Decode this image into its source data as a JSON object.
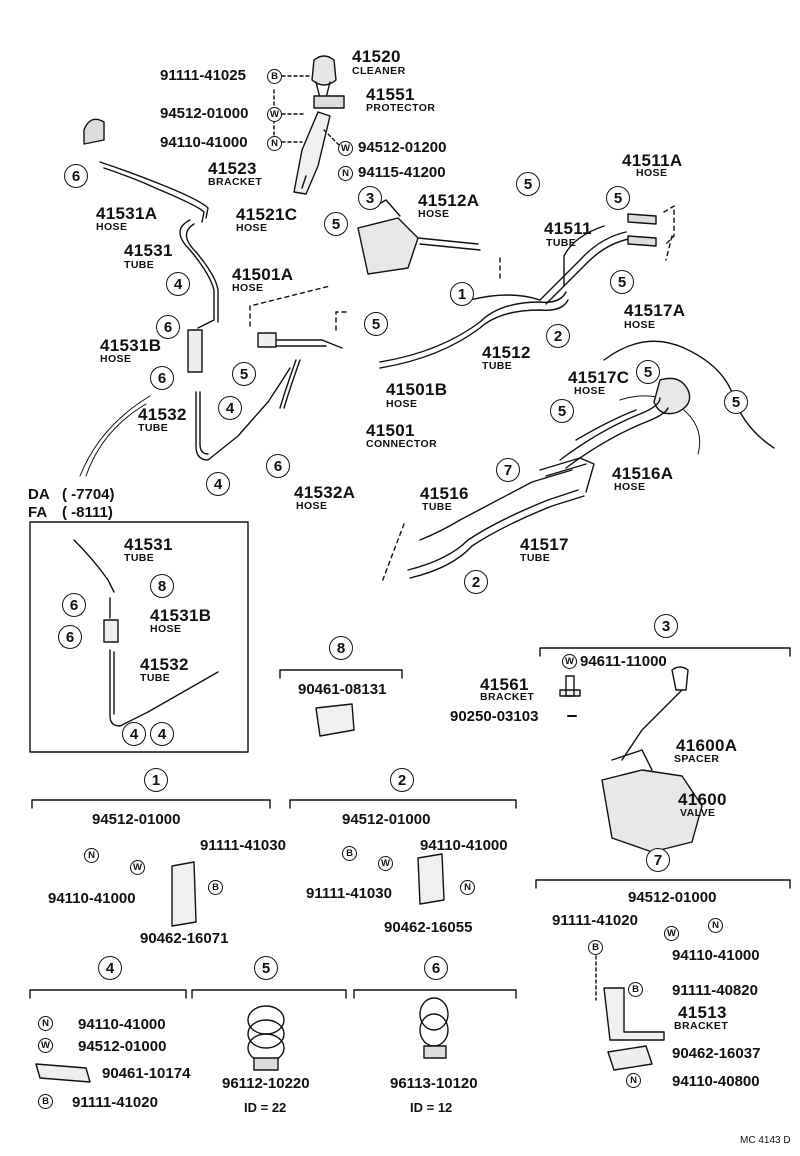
{
  "diagram_code": "MC 4143 D",
  "applicability": {
    "da_label": "DA",
    "da_range": "(      -7704)",
    "fa_label": "FA",
    "fa_range": "(      -8111)"
  },
  "symbols": {
    "bolt": "B",
    "washer": "W",
    "nut": "N"
  },
  "upper_parts": [
    {
      "id": "p41520",
      "number": "41520",
      "name": "CLEANER"
    },
    {
      "id": "p41551",
      "number": "41551",
      "name": "PROTECTOR"
    },
    {
      "id": "p41523",
      "number": "41523",
      "name": "BRACKET"
    },
    {
      "id": "p41531A",
      "number": "41531A",
      "name": "HOSE"
    },
    {
      "id": "p41531",
      "number": "41531",
      "name": "TUBE"
    },
    {
      "id": "p41521C",
      "number": "41521C",
      "name": "HOSE"
    },
    {
      "id": "p41512A",
      "number": "41512A",
      "name": "HOSE"
    },
    {
      "id": "p41511A",
      "number": "41511A",
      "name": "HOSE"
    },
    {
      "id": "p41511",
      "number": "41511",
      "name": "TUBE"
    },
    {
      "id": "p41517A",
      "number": "41517A",
      "name": "HOSE"
    },
    {
      "id": "p41501A",
      "number": "41501A",
      "name": "HOSE"
    },
    {
      "id": "p41531B",
      "number": "41531B",
      "name": "HOSE"
    },
    {
      "id": "p41512",
      "number": "41512",
      "name": "TUBE"
    },
    {
      "id": "p41501B",
      "number": "41501B",
      "name": "HOSE"
    },
    {
      "id": "p41532",
      "number": "41532",
      "name": "TUBE"
    },
    {
      "id": "p41501",
      "number": "41501",
      "name": "CONNECTOR"
    },
    {
      "id": "p41517C",
      "number": "41517C",
      "name": "HOSE"
    },
    {
      "id": "p41516A",
      "number": "41516A",
      "name": "HOSE"
    },
    {
      "id": "p41532A",
      "number": "41532A",
      "name": "HOSE"
    },
    {
      "id": "p41516",
      "number": "41516",
      "name": "TUBE"
    },
    {
      "id": "p41517",
      "number": "41517",
      "name": "TUBE"
    }
  ],
  "hardware_top": [
    {
      "id": "hw1",
      "number": "91111-41025",
      "sym": "B"
    },
    {
      "id": "hw2",
      "number": "94512-01000",
      "sym": "W"
    },
    {
      "id": "hw3",
      "number": "94110-41000",
      "sym": "N"
    },
    {
      "id": "hw4",
      "number": "94512-01200",
      "sym": "W"
    },
    {
      "id": "hw5",
      "number": "94115-41200",
      "sym": "N"
    }
  ],
  "inset": [
    {
      "id": "i41531",
      "number": "41531",
      "name": "TUBE"
    },
    {
      "id": "i41531B",
      "number": "41531B",
      "name": "HOSE"
    },
    {
      "id": "i41532",
      "number": "41532",
      "name": "TUBE"
    }
  ],
  "group8": {
    "callout": "8",
    "parts": [
      "90461-08131"
    ]
  },
  "group3": {
    "callout": "3",
    "parts": [
      {
        "number": "94611-11000",
        "sym": "W"
      },
      {
        "number": "41561",
        "name": "BRACKET"
      },
      {
        "number": "90250-03103"
      },
      {
        "number": "41600A",
        "name": "SPACER"
      },
      {
        "number": "41600",
        "name": "VALVE"
      }
    ]
  },
  "group1": {
    "callout": "1",
    "parts": [
      {
        "number": "94512-01000"
      },
      {
        "number": "94110-41000",
        "sym": "N"
      },
      {
        "number": "91111-41030",
        "sym": "B"
      },
      {
        "number": "90462-16071"
      }
    ]
  },
  "group2": {
    "callout": "2",
    "parts": [
      {
        "number": "94512-01000"
      },
      {
        "number": "94110-41000",
        "sym": "N"
      },
      {
        "number": "91111-41030",
        "sym": "B"
      },
      {
        "number": "90462-16055"
      }
    ]
  },
  "group7": {
    "callout": "7",
    "parts": [
      {
        "number": "94512-01000"
      },
      {
        "number": "91111-41020",
        "sym": "B"
      },
      {
        "number": "94110-41000",
        "sym": "N"
      },
      {
        "number": "91111-40820",
        "sym": "B"
      },
      {
        "number": "41513",
        "name": "BRACKET"
      },
      {
        "number": "90462-16037"
      },
      {
        "number": "94110-40800",
        "sym": "N"
      }
    ]
  },
  "group4": {
    "callout": "4",
    "parts": [
      {
        "number": "94110-41000",
        "sym": "N"
      },
      {
        "number": "94512-01000",
        "sym": "W"
      },
      {
        "number": "90461-10174"
      },
      {
        "number": "91111-41020",
        "sym": "B"
      }
    ]
  },
  "group5": {
    "callout": "5",
    "parts": [
      "96112-10220"
    ],
    "id_text": "ID = 22"
  },
  "group6": {
    "callout": "6",
    "parts": [
      "96113-10120"
    ],
    "id_text": "ID = 12"
  },
  "callouts_main": [
    "6",
    "4",
    "6",
    "6",
    "4",
    "4",
    "6",
    "5",
    "3",
    "5",
    "5",
    "1",
    "2",
    "5",
    "5",
    "5",
    "5",
    "5",
    "7",
    "2"
  ]
}
